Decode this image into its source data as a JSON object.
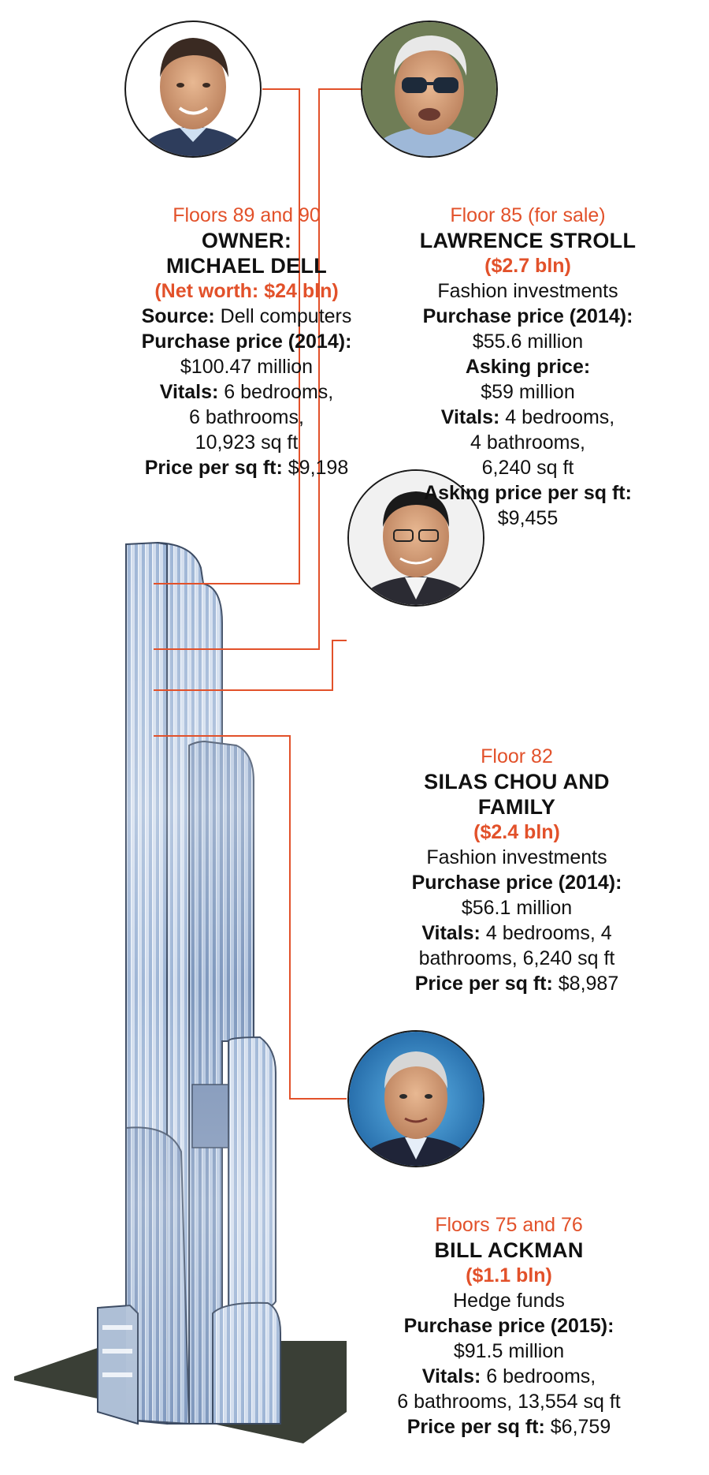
{
  "colors": {
    "accent": "#e2512a",
    "text": "#111111",
    "glass_light": "#dbe5f2",
    "glass_mid": "#a9bfdc",
    "glass_dark": "#6e86ab",
    "ground": "#3a3f36"
  },
  "profiles": [
    {
      "key": "dell",
      "floors": "Floors 89 and 90",
      "owner_label": "OWNER:",
      "name": "MICHAEL DELL",
      "net_worth": "(Net worth: $24 bln)",
      "source_label": "Source:",
      "source_value": "Dell computers",
      "purchase_label": "Purchase price (2014):",
      "purchase_value": "$100.47 million",
      "vitals_label": "Vitals:",
      "vitals_line1": "6 bedrooms,",
      "vitals_line2": "6 bathrooms,",
      "vitals_line3": "10,923 sq ft",
      "ppsf_label": "Price per sq ft:",
      "ppsf_value": "$9,198"
    },
    {
      "key": "stroll",
      "floors": "Floor 85 (for sale)",
      "name": "LAWRENCE STROLL",
      "net_worth": "($2.7 bln)",
      "source_value": "Fashion investments",
      "purchase_label": "Purchase price (2014):",
      "purchase_value": "$55.6 million",
      "asking_label": "Asking price:",
      "asking_value": "$59 million",
      "vitals_label": "Vitals:",
      "vitals_line1": "4 bedrooms,",
      "vitals_line2": "4 bathrooms,",
      "vitals_line3": "6,240 sq ft",
      "ppsf_label": "Asking price per sq ft:",
      "ppsf_value": "$9,455"
    },
    {
      "key": "chou",
      "floors": "Floor 82",
      "name_line1": "SILAS CHOU AND",
      "name_line2": "FAMILY",
      "net_worth": "($2.4 bln)",
      "source_value": "Fashion investments",
      "purchase_label": "Purchase price (2014):",
      "purchase_value": "$56.1 million",
      "vitals_label": "Vitals:",
      "vitals_line1": "4 bedrooms, 4",
      "vitals_line2": "bathrooms, 6,240 sq ft",
      "ppsf_label": "Price per sq ft:",
      "ppsf_value": "$8,987"
    },
    {
      "key": "ackman",
      "floors": "Floors 75 and 76",
      "name": "BILL ACKMAN",
      "net_worth": "($1.1 bln)",
      "source_value": "Hedge funds",
      "purchase_label": "Purchase price (2015):",
      "purchase_value": "$91.5 million",
      "vitals_label": "Vitals:",
      "vitals_line1": "6 bedrooms,",
      "vitals_line2": "6 bathrooms, 13,554 sq ft",
      "ppsf_label": "Price per sq ft:",
      "ppsf_value": "$6,759"
    }
  ]
}
